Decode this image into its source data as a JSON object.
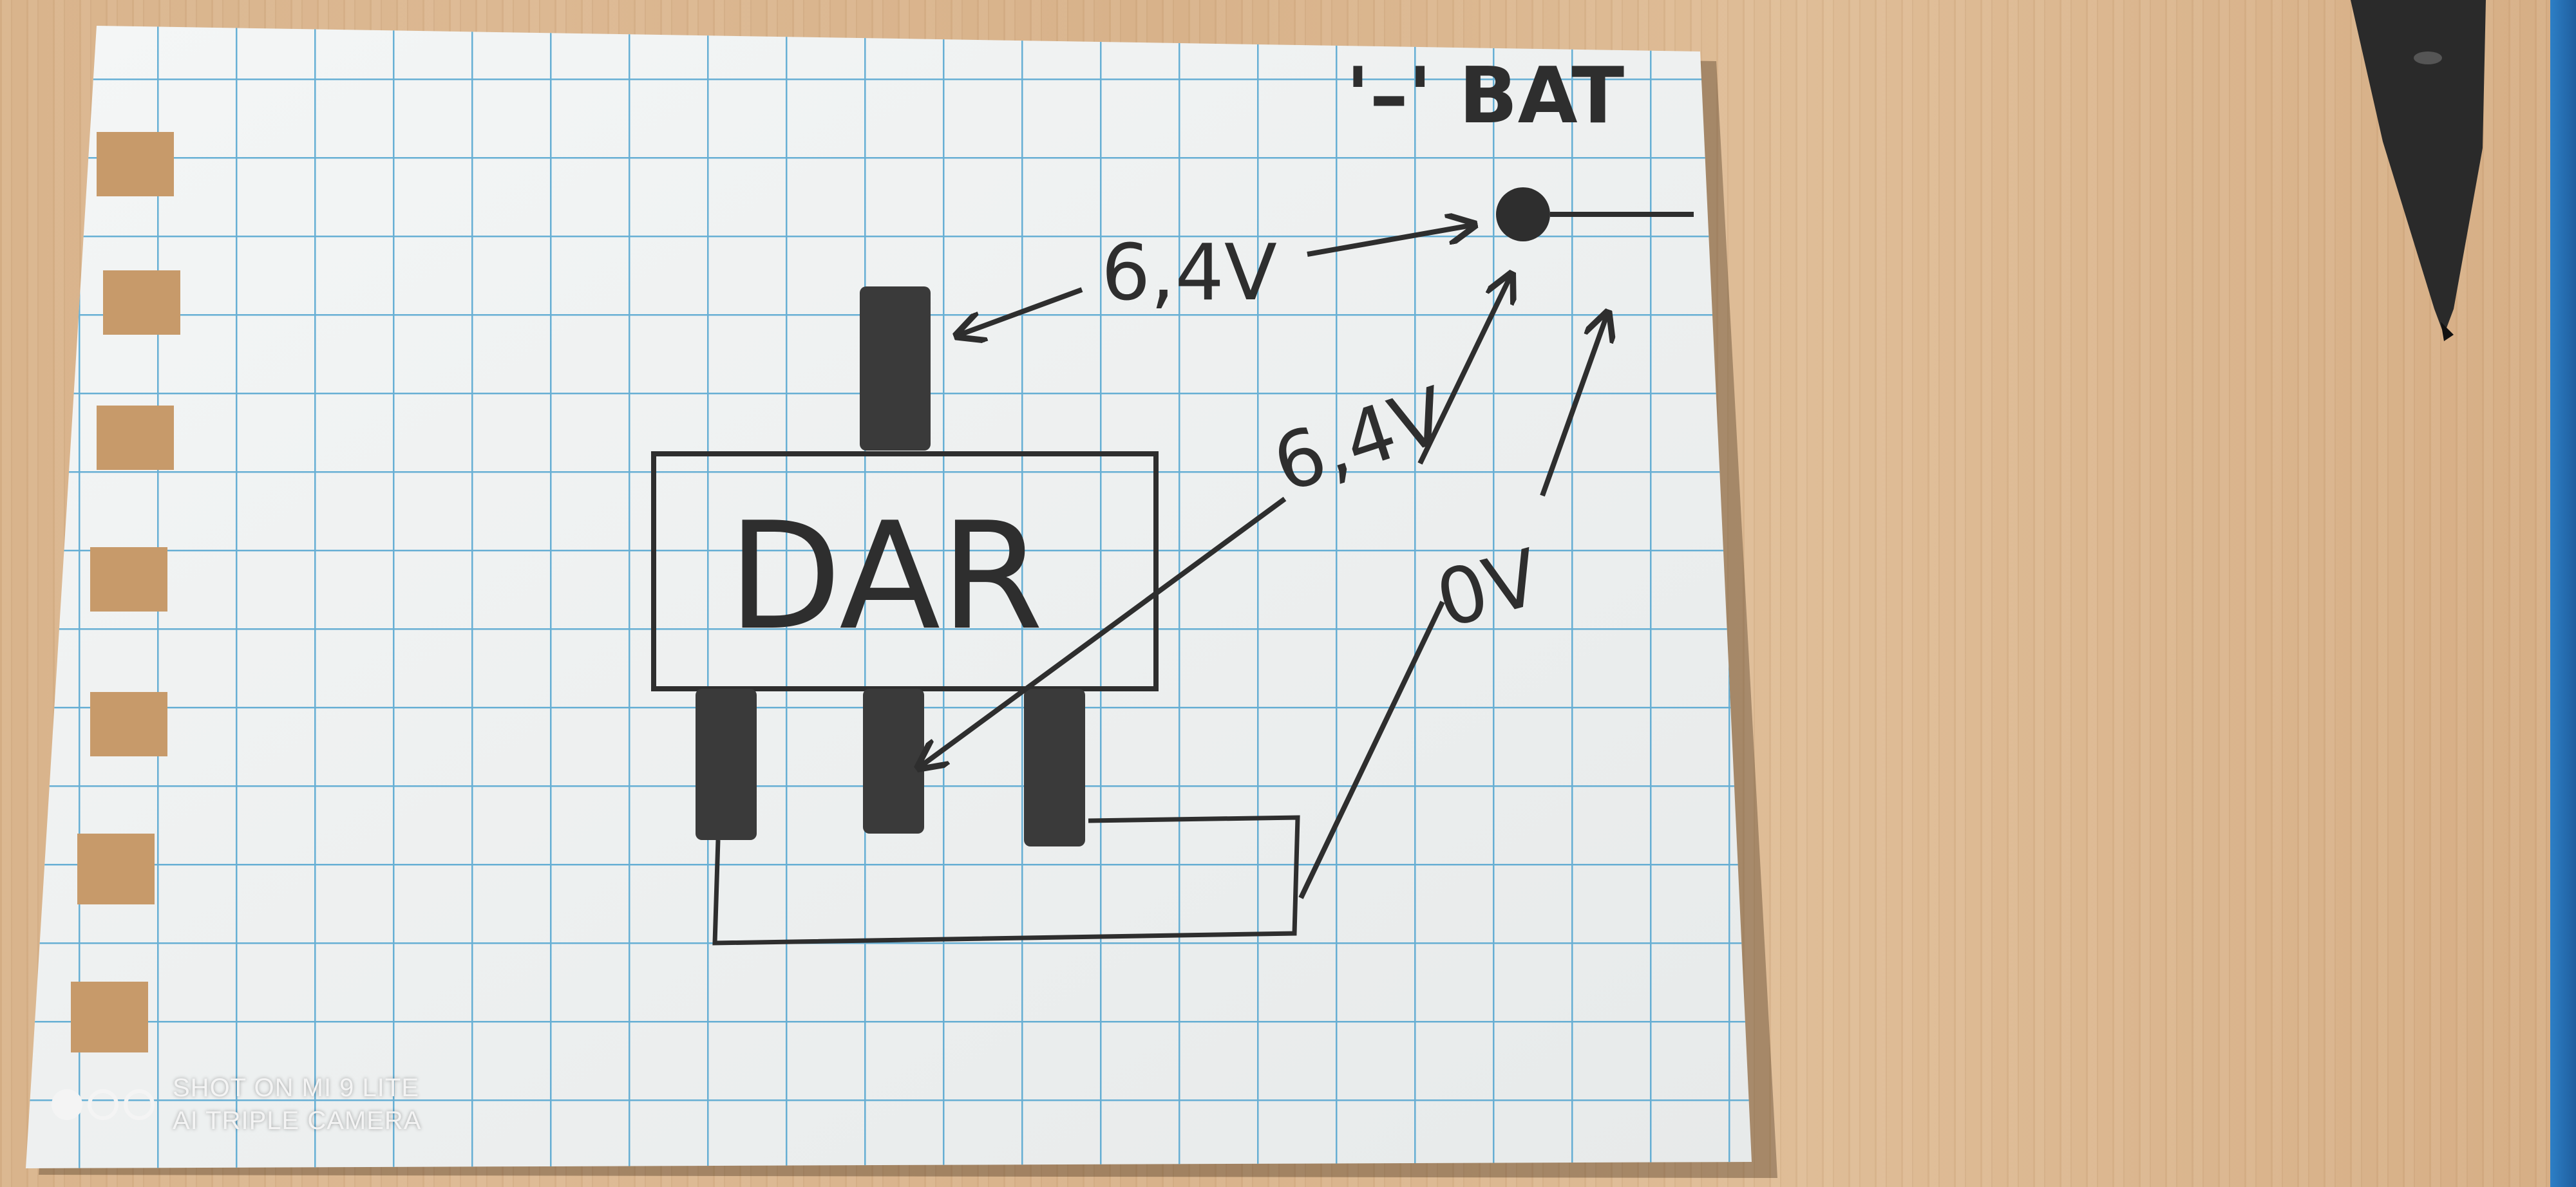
{
  "diagram": {
    "battery_label": "'–' BAT",
    "component_label": "DAR",
    "voltage_top": "6,4V",
    "voltage_middle": "6,4V",
    "voltage_low": "0V"
  },
  "watermark": {
    "line1": "SHOT ON MI 9 LITE",
    "line2": "AI TRIPLE CAMERA"
  },
  "colors": {
    "paper": "#f1f3f3",
    "grid": "#4fa3cf",
    "pencil": "#2e2e2e",
    "table": "#d9b48c",
    "blue_edge": "#2d7fc6"
  }
}
